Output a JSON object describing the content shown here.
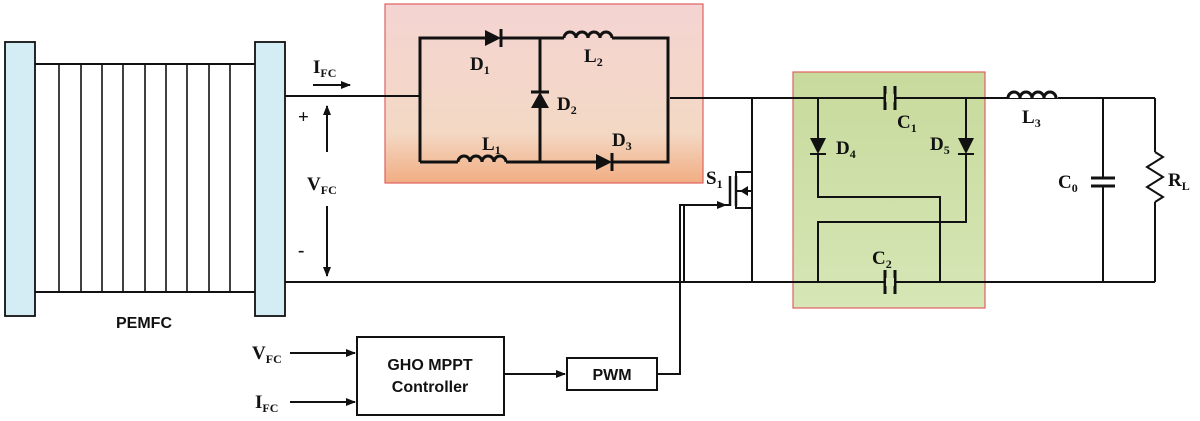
{
  "stack_label": "PEMFC",
  "current_label": {
    "main": "I",
    "sub": "FC"
  },
  "voltage_label": {
    "main": "V",
    "sub": "FC"
  },
  "plus_sign": "+",
  "minus_sign": "-",
  "components": {
    "D1": {
      "main": "D",
      "sub": "1"
    },
    "D2": {
      "main": "D",
      "sub": "2"
    },
    "D3": {
      "main": "D",
      "sub": "3"
    },
    "D4": {
      "main": "D",
      "sub": "4"
    },
    "D5": {
      "main": "D",
      "sub": "5"
    },
    "L1": {
      "main": "L",
      "sub": "1"
    },
    "L2": {
      "main": "L",
      "sub": "2"
    },
    "L3": {
      "main": "L",
      "sub": "3"
    },
    "C1": {
      "main": "C",
      "sub": "1"
    },
    "C2": {
      "main": "C",
      "sub": "2"
    },
    "C0": {
      "main": "C",
      "sub": "0"
    },
    "S1": {
      "main": "S",
      "sub": "1"
    },
    "RL": {
      "main": "R",
      "sub": "L"
    }
  },
  "controller": {
    "line1": "GHO MPPT",
    "line2": "Controller"
  },
  "pwm_label": "PWM",
  "inputs": {
    "vfc": {
      "main": "V",
      "sub": "FC"
    },
    "ifc": {
      "main": "I",
      "sub": "FC"
    }
  },
  "colors": {
    "stack_plate": "#d4ecf4",
    "boost_box_top": "#f4d4d2",
    "boost_box_bottom": "#f2ad82",
    "boost_box_border": "#e06060",
    "multiplier_box_top": "#c8da9c",
    "multiplier_box_bottom": "#d6e6b6",
    "multiplier_box_border": "#e06060"
  }
}
